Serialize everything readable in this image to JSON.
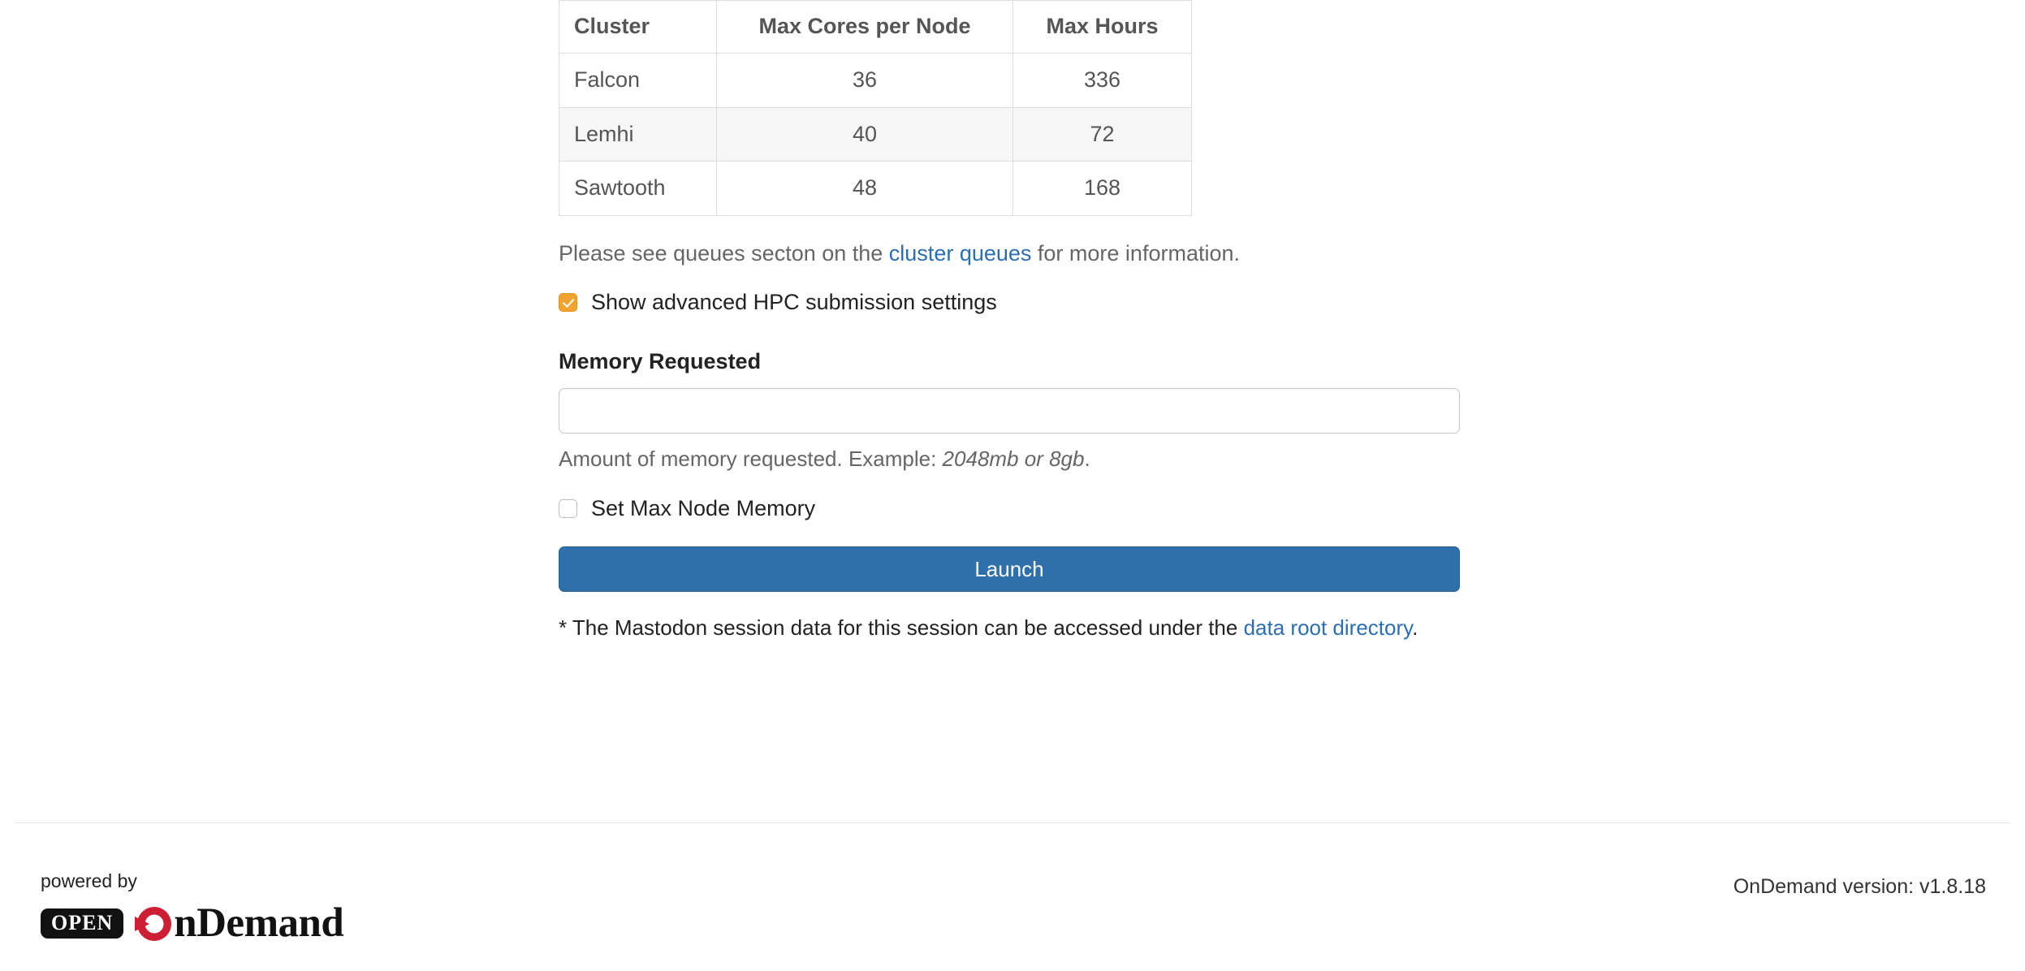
{
  "cluster_table": {
    "headers": [
      "Cluster",
      "Max Cores per Node",
      "Max Hours"
    ],
    "rows": [
      {
        "cluster": "Falcon",
        "max_cores": "36",
        "max_hours": "336"
      },
      {
        "cluster": "Lemhi",
        "max_cores": "40",
        "max_hours": "72"
      },
      {
        "cluster": "Sawtooth",
        "max_cores": "48",
        "max_hours": "168"
      }
    ]
  },
  "queues_note": {
    "before": "Please see queues secton on the ",
    "link": "cluster queues",
    "after": " for more information."
  },
  "advanced_toggle": {
    "label": "Show advanced HPC submission settings",
    "checked": true
  },
  "memory_field": {
    "label": "Memory Requested",
    "value": "",
    "placeholder": "",
    "help_before": "Amount of memory requested. Example: ",
    "help_italic": "2048mb or 8gb",
    "help_after": "."
  },
  "max_node_memory": {
    "label": "Set Max Node Memory",
    "checked": false
  },
  "launch": {
    "label": "Launch"
  },
  "footnote": {
    "before": "* The Mastodon session data for this session can be accessed under the ",
    "link": "data root directory",
    "after": "."
  },
  "footer": {
    "powered_by": "powered by",
    "logo_badge": "OPEN",
    "logo_word": "nDemand",
    "version": "OnDemand version: v1.8.18"
  },
  "colors": {
    "link": "#2c6eb5",
    "primary_button": "#2f6fab",
    "checkbox_checked": "#f0a32e",
    "logo_red": "#cc1f33",
    "table_border": "#dddddd",
    "stripe": "#f6f6f6"
  }
}
